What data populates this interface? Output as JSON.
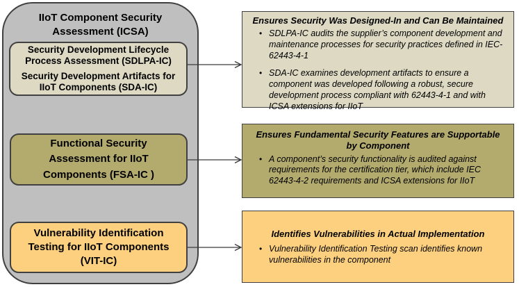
{
  "colors": {
    "container_gray": "#bfbfbf",
    "tan": "#ddd9c3",
    "olive": "#b3aa6e",
    "orange": "#fcd07e",
    "border_dark": "#404040"
  },
  "ui": {
    "bullet": "•"
  },
  "container": {
    "title": "IIoT Component Security Assessment (ICSA)"
  },
  "assessments": {
    "sdlpa_sda": {
      "line1": "Security Development Lifecycle Process Assessment (SDLPA-IC)",
      "line2": "Security Development Artifacts for IIoT Components (SDA-IC)"
    },
    "fsa": {
      "label": "Functional Security Assessment for IIoT Components (FSA-IC )"
    },
    "vit": {
      "label": "Vulnerability Identification Testing for IIoT Components (VIT-IC)"
    }
  },
  "details": [
    {
      "title": "Ensures Security Was Designed-In and Can Be Maintained",
      "bullets": [
        "SDLPA-IC audits the supplier’s component development and maintenance processes for security practices defined in IEC-62443-4-1",
        "SDA-IC examines development artifacts to ensure a component was developed following a robust, secure development process compliant with 62443-4-1 and with ICSA extensions for IIoT"
      ]
    },
    {
      "title": "Ensures Fundamental Security Features are Supportable by Component",
      "bullets": [
        "A component’s security functionality is audited against requirements for the certification tier, which include IEC 62443-4-2 requirements and ICSA extensions for IIoT"
      ]
    },
    {
      "title": "Identifies Vulnerabilities in Actual Implementation",
      "bullets": [
        "Vulnerability Identification Testing scan identifies known vulnerabilities in the component"
      ]
    }
  ]
}
